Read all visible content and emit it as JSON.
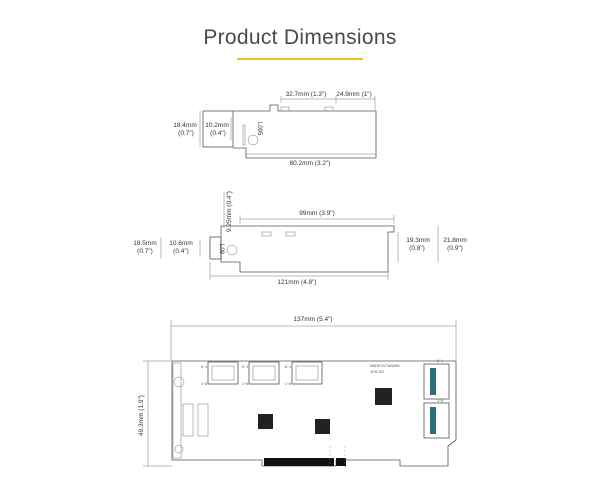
{
  "header": {
    "title": "Product Dimensions",
    "accent_color": "#f2c21b"
  },
  "view1": {
    "dim_top_left": "32.7mm (1.3\")",
    "dim_top_right": "24.9mm (1\")",
    "outer_height_mm": "18.4mm",
    "outer_height_in": "(0.7\")",
    "inner_height_mm": "10.2mm",
    "inner_height_in": "(0.4\")",
    "length": "80.2mm (3.2\")",
    "board_label": "L095"
  },
  "view2": {
    "vertical_dim": "9.25mm (0.4\")",
    "top_length": "99mm (3.9\")",
    "outer_height_mm": "18.5mm",
    "outer_height_in": "(0.7\")",
    "inner_height_mm": "10.6mm",
    "inner_height_in": "(0.4\")",
    "right_inner_mm": "19.3mm",
    "right_inner_in": "(0.8\")",
    "right_outer_mm": "21.8mm",
    "right_outer_in": "(0.9\")",
    "length": "121mm (4.8\")",
    "board_label": "L09"
  },
  "view3": {
    "width": "137mm (5.4\")",
    "height": "49.3mm (1.9\")",
    "made_in": "MADE IN TAIWAN",
    "part_no": "VER 002",
    "port_labels": [
      "8~1",
      "8~1",
      "8~1",
      "8~1",
      "1~8"
    ],
    "port_labels_bottom": [
      "1~8",
      "1~8",
      "1~8"
    ]
  }
}
